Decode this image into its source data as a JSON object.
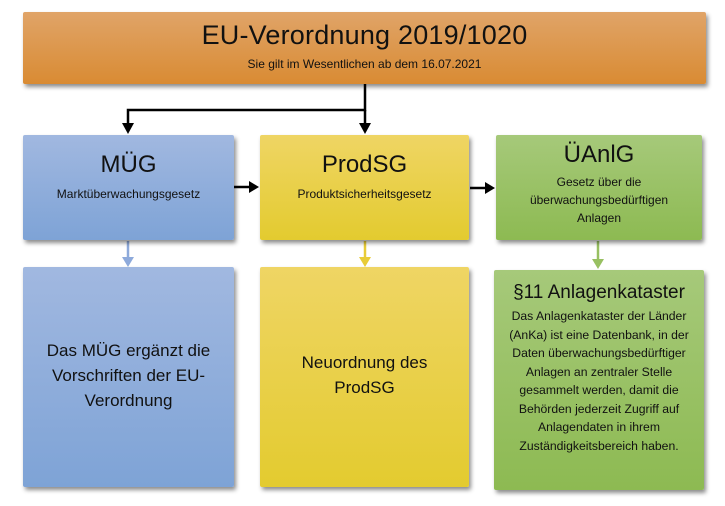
{
  "top": {
    "title": "EU-Verordnung 2019/1020",
    "subtitle": "Sie gilt im Wesentlichen ab dem 16.07.2021",
    "color": "#d98b33"
  },
  "columns": [
    {
      "title": "MÜG",
      "subtitle": "Marktüberwachungsgesetz",
      "detail": "Das MÜG ergänzt die Vorschriften der EU-Verordnung",
      "color": "#7ea3d6"
    },
    {
      "title": "ProdSG",
      "subtitle": "Produktsicherheitsgesetz",
      "detail": "Neuordnung des ProdSG",
      "color": "#e3cb2f"
    },
    {
      "title": "ÜAnlG",
      "subtitle": "Gesetz über die überwachungsbedürftigen Anlagen",
      "detail_title": "§11 Anlagenkataster",
      "detail": "Das Anlagenkataster der Länder (AnKa) ist eine Datenbank, in der Daten überwachungsbedürftiger Anlagen an zentraler Stelle gesammelt werden, damit die Behörden jederzeit Zugriff auf Anlagendaten in ihrem Zuständigkeitsbereich haben.",
      "color": "#8dba52"
    }
  ]
}
